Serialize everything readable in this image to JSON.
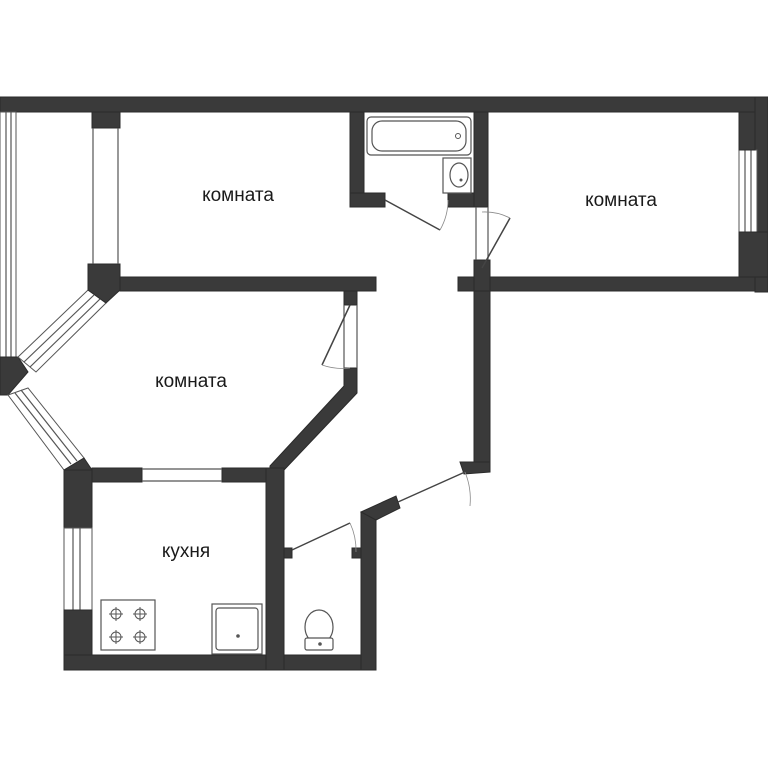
{
  "rooms": {
    "room_top_left": "комната",
    "room_top_right": "комната",
    "room_middle_left": "комната",
    "kitchen": "кухня"
  }
}
